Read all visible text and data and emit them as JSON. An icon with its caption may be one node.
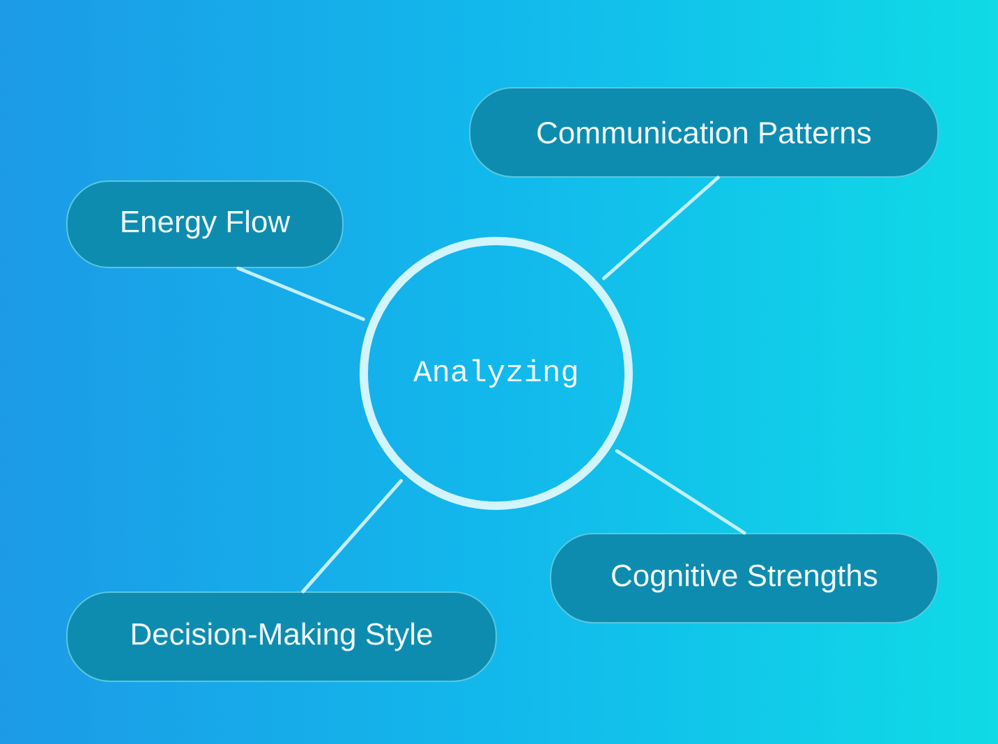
{
  "diagram": {
    "nodes": [
      {
        "text": [
          "Communication Patterns"
        ]
      },
      {
        "text": [
          "Energy Flow"
        ]
      },
      {
        "text": [
          "Analyzing"
        ]
      },
      {
        "text": [
          "Cognitive Strengths"
        ]
      },
      {
        "text": [
          "Decision-Making Style"
        ]
      }
    ],
    "edges": [
      {
        "from": 2,
        "to": 0,
        "arrow": "none"
      },
      {
        "from": 2,
        "to": 1,
        "arrow": "none"
      },
      {
        "from": 2,
        "to": 3,
        "arrow": "none"
      },
      {
        "from": 2,
        "to": 4,
        "arrow": "none"
      }
    ]
  }
}
